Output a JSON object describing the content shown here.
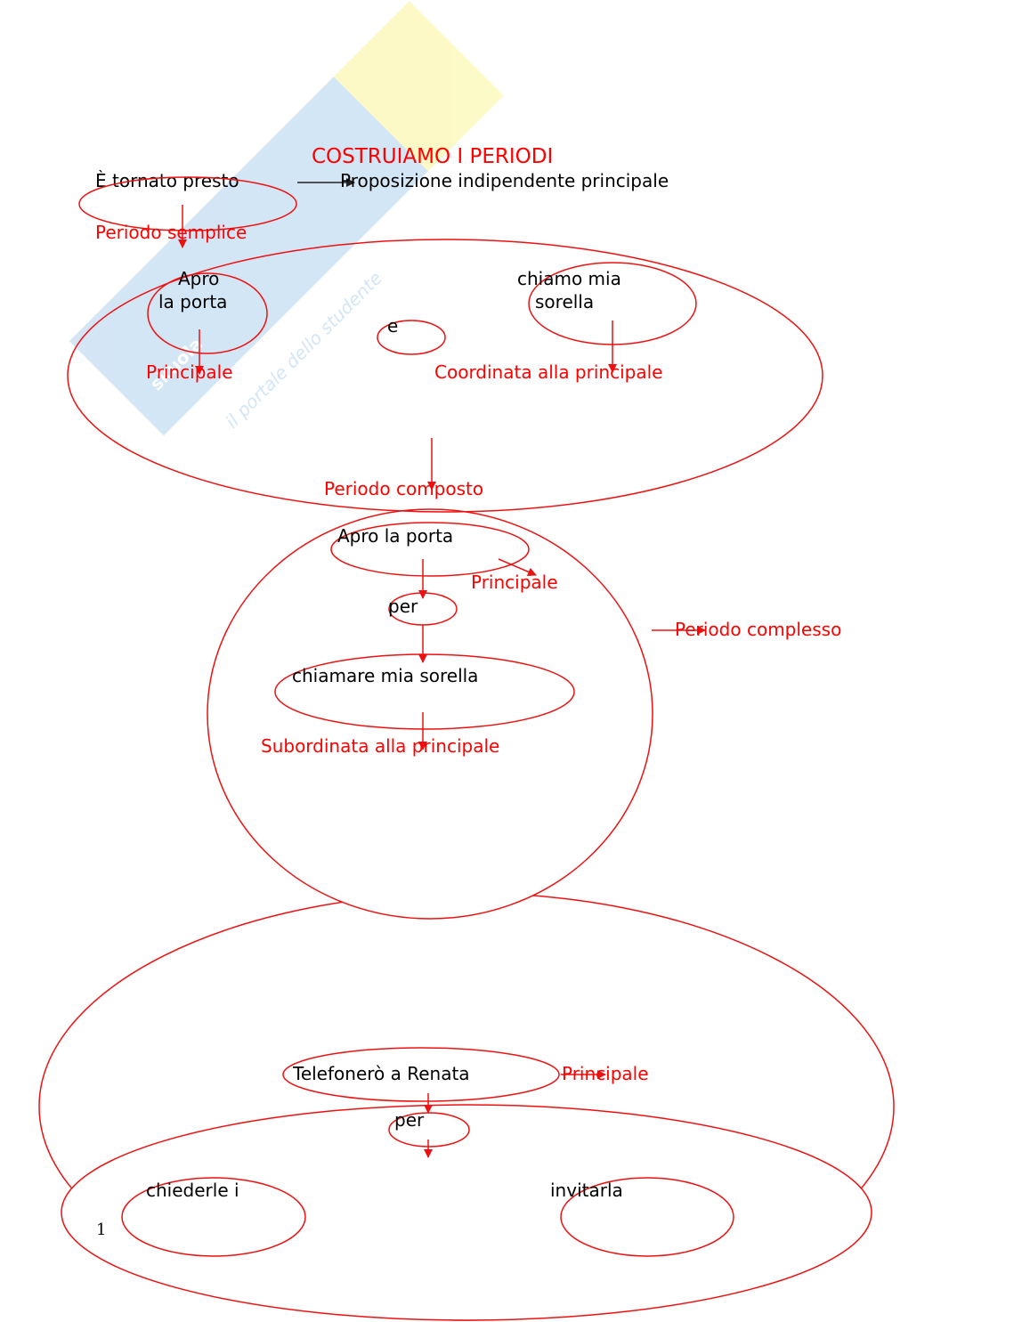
{
  "watermark": {
    "logo": "skuola.net",
    "tagline": "il portale dello studente"
  },
  "title": "COSTRUIAMO I PERIODI",
  "simple": {
    "sentence": "È tornato presto",
    "definition": "Proposizione  indipendente  principale",
    "label": "Periodo semplice"
  },
  "compound": {
    "clause1_line1": "Apro",
    "clause1_line2": "la porta",
    "conjunction": "e",
    "clause2_line1": "chiamo mia",
    "clause2_line2": "sorella",
    "label1": "Principale",
    "label2": "Coordinata alla principale",
    "label": "Periodo composto"
  },
  "complex": {
    "main": "Apro la porta",
    "main_label": "Principale",
    "connector": "per",
    "sub": "chiamare mia sorella",
    "sub_label": "Subordinata alla principale",
    "label": "Periodo complesso"
  },
  "example3": {
    "main": "Telefonerò a Renata",
    "main_label": "Principale",
    "connector": "per",
    "sub1": "chiederle i",
    "sub2": "invitarla"
  },
  "page_number": "1",
  "colors": {
    "accent": "#ff0000",
    "text": "#000000"
  }
}
